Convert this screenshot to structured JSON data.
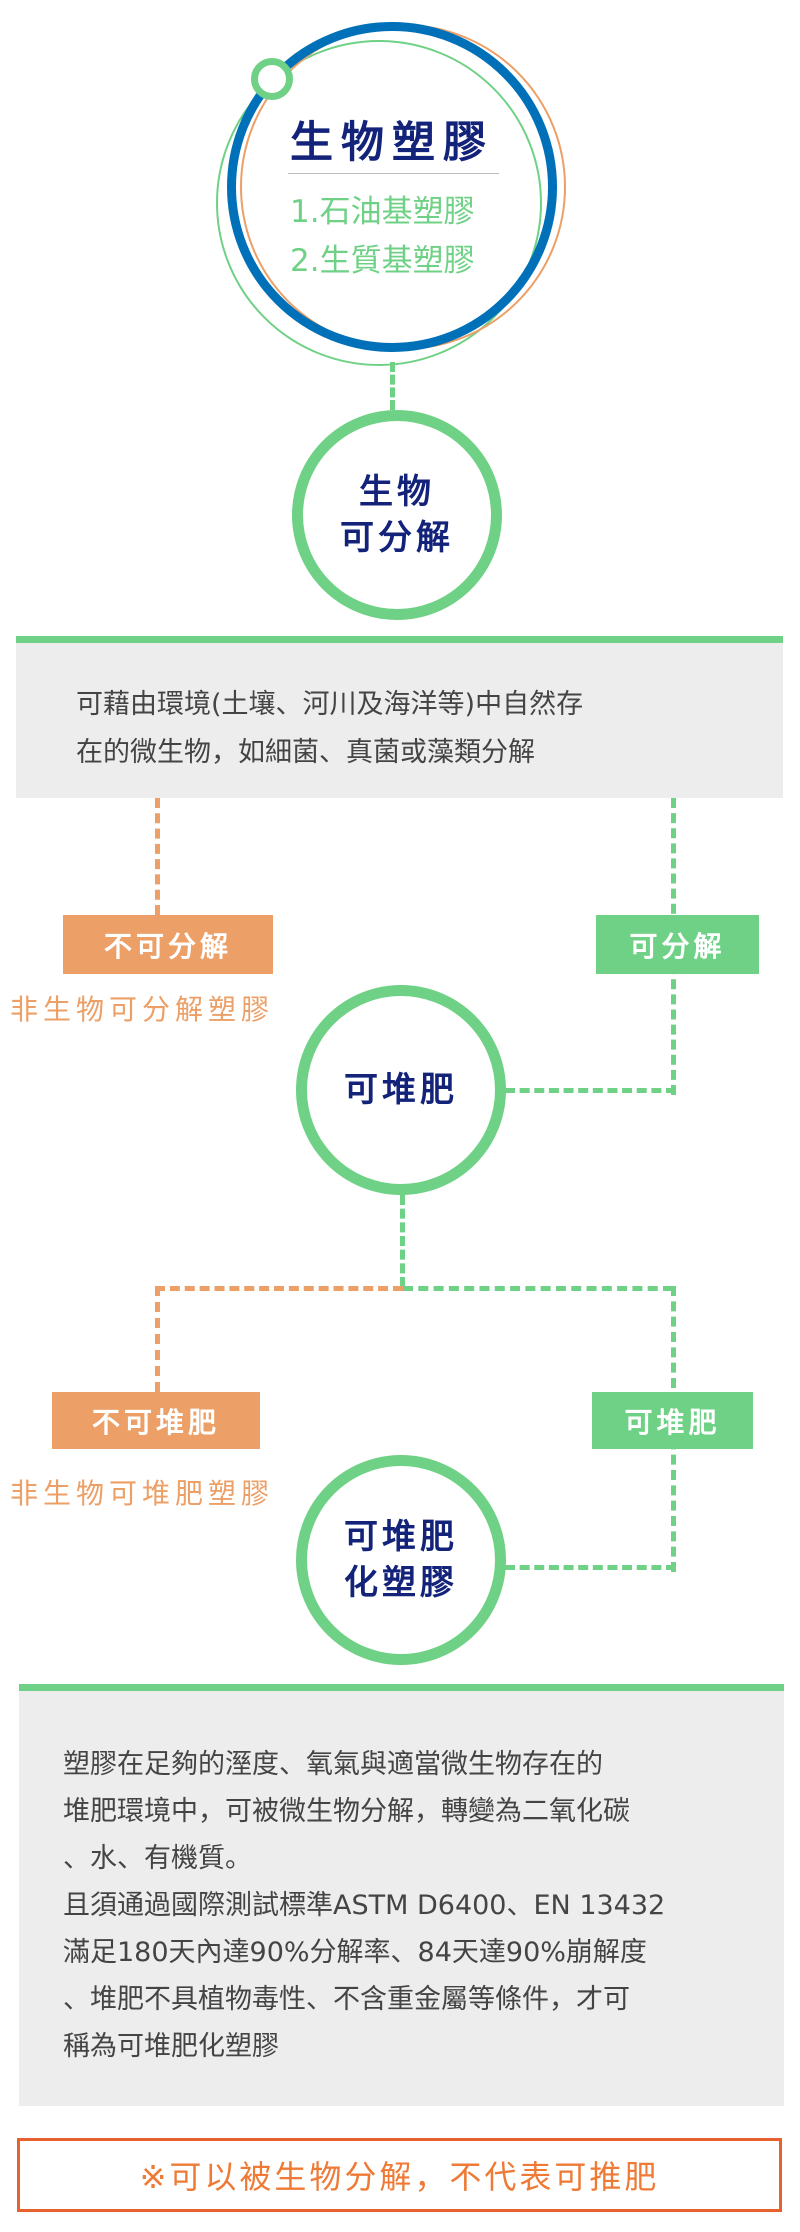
{
  "top_circle": {
    "title": "生物塑膠",
    "items": [
      "1.石油基塑膠",
      "2.生質基塑膠"
    ]
  },
  "node_biodegradable": {
    "lines": [
      "生物",
      "可分解"
    ]
  },
  "box_biodegradable": {
    "lines": [
      "可藉由環境(土壤、河川及海洋等)中自然存",
      "在的微生物，如細菌、真菌或藻類分解"
    ]
  },
  "branch1": {
    "no_label": "不可分解",
    "yes_label": "可分解",
    "no_result": "非生物可分解塑膠"
  },
  "node_compostable": {
    "label": "可堆肥"
  },
  "branch2": {
    "no_label": "不可堆肥",
    "yes_label": "可堆肥",
    "no_result": "非生物可堆肥塑膠"
  },
  "node_compostable_plastic": {
    "lines": [
      "可堆肥",
      "化塑膠"
    ]
  },
  "box_compostable": {
    "lines": [
      "塑膠在足夠的溼度、氧氣與適當微生物存在的",
      "堆肥環境中，可被微生物分解，轉變為二氧化碳",
      "、水、有機質。",
      "且須通過國際測試標準ASTM D6400、EN 13432",
      "滿足180天內達90%分解率、84天達90%崩解度",
      "、堆肥不具植物毒性、不含重金屬等條件，才可",
      "稱為可堆肥化塑膠"
    ]
  },
  "note": "※可以被生物分解，不代表可推肥",
  "colors": {
    "green": "#6fd185",
    "orange": "#ec9f66",
    "blue": "#0071b8",
    "navy": "#13237a",
    "red": "#e8612c"
  }
}
